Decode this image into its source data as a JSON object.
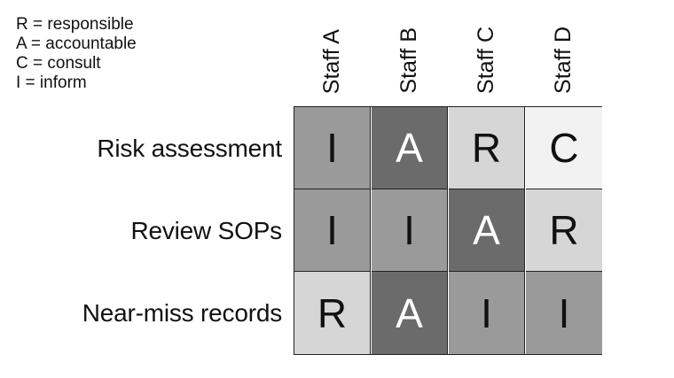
{
  "legend": [
    "R = responsible",
    "A = accountable",
    "C = consult",
    "I = inform"
  ],
  "columns": [
    "Staff A",
    "Staff B",
    "Staff C",
    "Staff D"
  ],
  "rows": [
    {
      "label": "Risk assessment",
      "cells": [
        {
          "value": "I",
          "color": "#9a9a9a",
          "text_color": "#111111"
        },
        {
          "value": "A",
          "color": "#6b6b6b",
          "text_color": "#ffffff"
        },
        {
          "value": "R",
          "color": "#d6d6d6",
          "text_color": "#111111"
        },
        {
          "value": "C",
          "color": "#f2f2f2",
          "text_color": "#111111"
        }
      ]
    },
    {
      "label": "Review SOPs",
      "cells": [
        {
          "value": "I",
          "color": "#9a9a9a",
          "text_color": "#111111"
        },
        {
          "value": "I",
          "color": "#9a9a9a",
          "text_color": "#111111"
        },
        {
          "value": "A",
          "color": "#6b6b6b",
          "text_color": "#ffffff"
        },
        {
          "value": "R",
          "color": "#d6d6d6",
          "text_color": "#111111"
        }
      ]
    },
    {
      "label": "Near-miss records",
      "cells": [
        {
          "value": "R",
          "color": "#d6d6d6",
          "text_color": "#111111"
        },
        {
          "value": "A",
          "color": "#6b6b6b",
          "text_color": "#ffffff"
        },
        {
          "value": "I",
          "color": "#9a9a9a",
          "text_color": "#111111"
        },
        {
          "value": "I",
          "color": "#9a9a9a",
          "text_color": "#111111"
        }
      ]
    }
  ]
}
